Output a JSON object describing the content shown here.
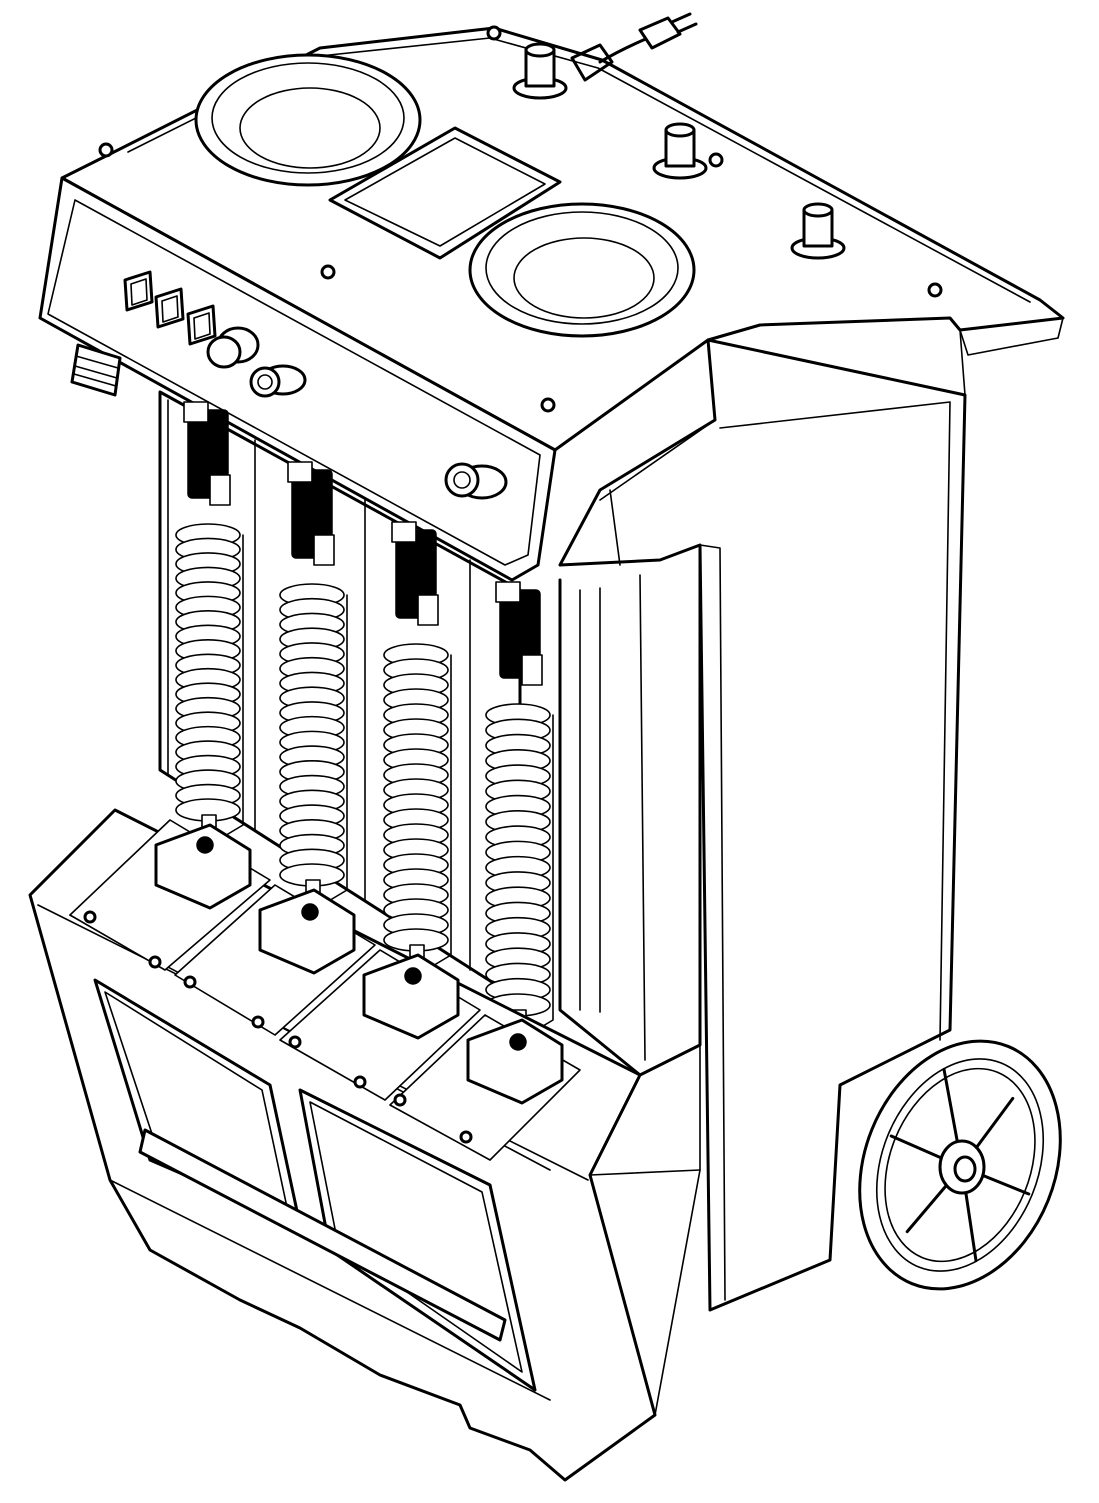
{
  "figure": {
    "kind": "line-art",
    "subject": "machine-cart-isometric",
    "background": "#ffffff",
    "ink": "#000000",
    "coil_count": 4,
    "coil_turns": 19,
    "wheel_spokes": 6,
    "cup_holes": 2,
    "rocker_switches": 3,
    "quick_couplers": 3
  }
}
